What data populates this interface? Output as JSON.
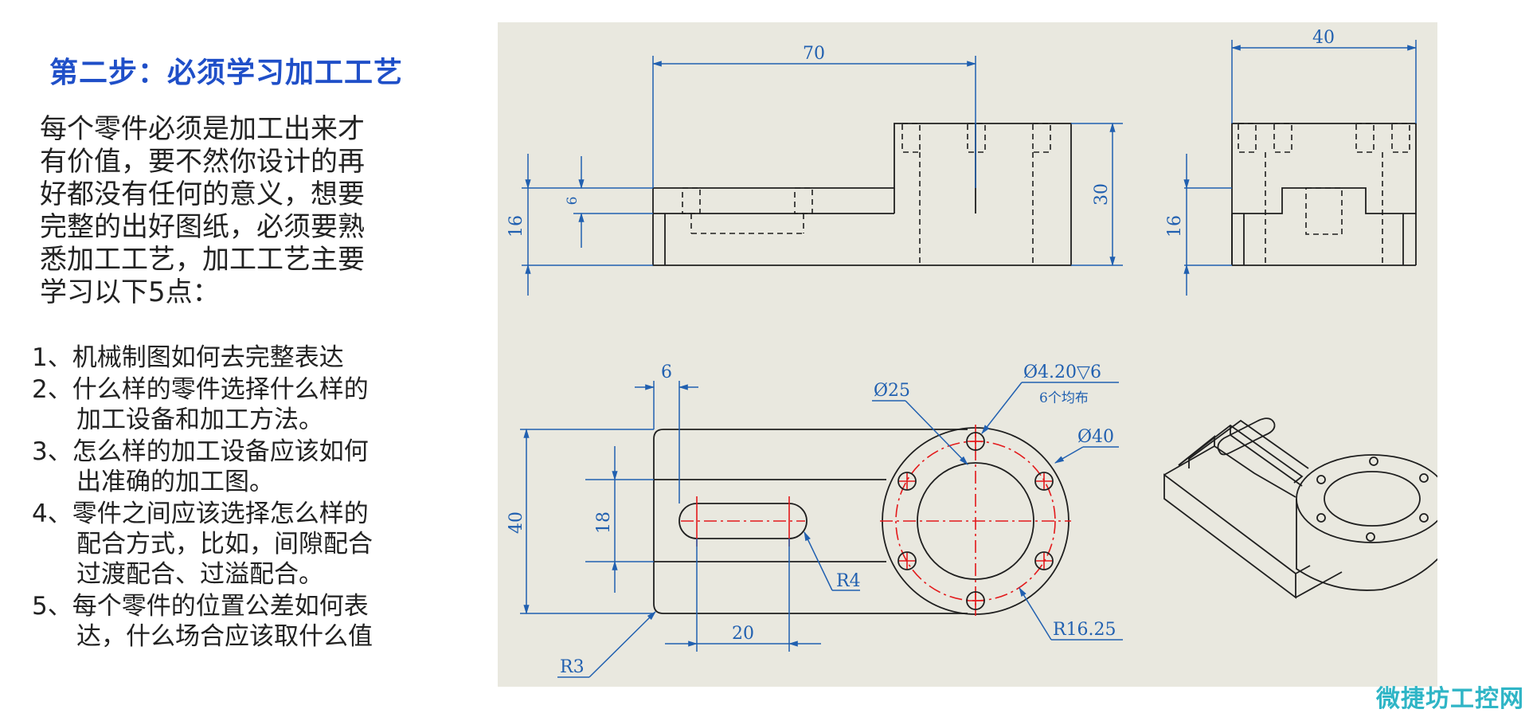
{
  "title": "第二步：必须学习加工工艺",
  "intro_lines": [
    "每个零件必须是加工出来才",
    "有价值，要不然你设计的再",
    "好都没有任何的意义，想要",
    "完整的出好图纸，必须要熟",
    "悉加工工艺，加工工艺主要",
    "学习以下5点："
  ],
  "points": [
    {
      "line1": "1、机械制图如何去完整表达",
      "line2": ""
    },
    {
      "line1": "2、什么样的零件选择什么样的",
      "line2": "加工设备和加工方法。"
    },
    {
      "line1": "3、怎么样的加工设备应该如何",
      "line2": "出准确的加工图。"
    },
    {
      "line1": "4、零件之间应该选择怎么样的",
      "line2": "配合方式，比如，间隙配合",
      "line3": "过渡配合、过溢配合。"
    },
    {
      "line1": "5、每个零件的位置公差如何表",
      "line2": "达，什么场合应该取什么值"
    }
  ],
  "drawing": {
    "front_view_dims": {
      "width": "70",
      "height_total": "30",
      "height_left": "16",
      "step": "6"
    },
    "side_view_dims": {
      "width": "40",
      "height": "16"
    },
    "top_view_dims": {
      "slot_offset": "6",
      "width": "40",
      "slot_width": "18",
      "slot_length": "20",
      "slot_radius": "R4",
      "corner_radius": "R3",
      "inner_diameter": "Ø25",
      "hole_spec": "Ø4.20▽6",
      "hole_note": "6个均布",
      "outer_diameter": "Ø40",
      "bolt_circle_radius": "R16.25"
    },
    "line_color": "#1f1f1f",
    "dimension_color": "#2160b0",
    "centerline_color": "#e3191b"
  },
  "watermark": "微捷坊工控网",
  "colors": {
    "title": "#1f4fc8",
    "watermark": "#2fb5c6",
    "drawing_bg": "#e9e8df"
  }
}
